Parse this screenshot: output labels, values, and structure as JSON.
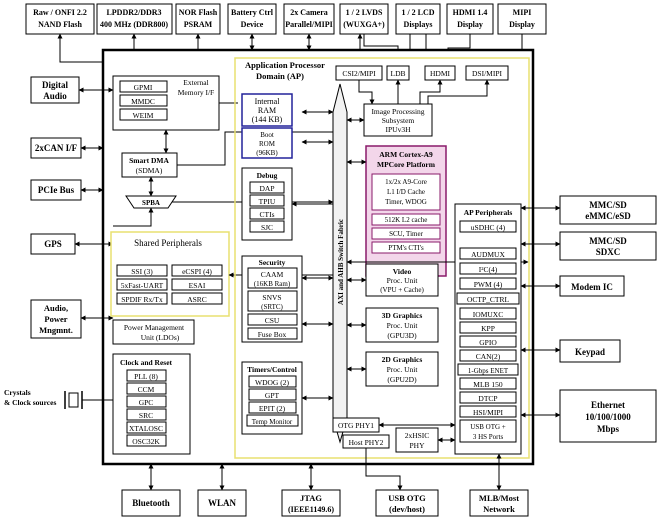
{
  "top_peripherals": [
    {
      "l1": "Raw / ONFI 2.2",
      "l2": "NAND Flash"
    },
    {
      "l1": "LPDDR2/DDR3",
      "l2": "400 MHz (DDR800)"
    },
    {
      "l1": "NOR Flash",
      "l2": "PSRAM"
    },
    {
      "l1": "Battery Ctrl",
      "l2": "Device"
    },
    {
      "l1": "2x Camera",
      "l2": "Parallel/MIPI"
    },
    {
      "l1": "1 / 2 LVDS",
      "l2": "(WUXGA+)"
    },
    {
      "l1": "1 / 2 LCD",
      "l2": "Displays"
    },
    {
      "l1": "HDMI 1.4",
      "l2": "Display"
    },
    {
      "l1": "MIPI",
      "l2": "Display"
    }
  ],
  "left_peripherals": {
    "digital_audio": {
      "l1": "Digital",
      "l2": "Audio"
    },
    "can": "2xCAN I/F",
    "pcie": "PCIe Bus",
    "gps": "GPS",
    "audio_power": {
      "l1": "Audio,",
      "l2": "Power",
      "l3": "Mngmnt."
    },
    "crystals": {
      "l1": "Crystals",
      "l2": "& Clock sources"
    }
  },
  "right_peripherals": {
    "mmc1": {
      "l1": "MMC/SD",
      "l2": "eMMC/eSD"
    },
    "mmc2": {
      "l1": "MMC/SD",
      "l2": "SDXC"
    },
    "modem": "Modem IC",
    "keypad": "Keypad",
    "ethernet": {
      "l1": "Ethernet",
      "l2": "10/100/1000",
      "l3": "Mbps"
    }
  },
  "bottom_peripherals": {
    "bluetooth": "Bluetooth",
    "wlan": "WLAN",
    "jtag": {
      "l1": "JTAG",
      "l2": "(IEEE1149.6)"
    },
    "usb_otg": {
      "l1": "USB OTG",
      "l2": "(dev/host)"
    },
    "mlb": {
      "l1": "MLB/Most",
      "l2": "Network"
    }
  },
  "emi": {
    "items": [
      "GPMI",
      "MMDC",
      "WEIM"
    ],
    "external_memory": {
      "l1": "External",
      "l2": "Memory I/F"
    }
  },
  "smart_dma": {
    "l1": "Smart DMA",
    "l2": "(SDMA)"
  },
  "spba": "SPBA",
  "shared": {
    "title": "Shared Peripherals",
    "items": [
      "SSI (3)",
      "eCSPI (4)",
      "5xFast-UART",
      "ESAI",
      "SPDIF Rx/Tx",
      "ASRC"
    ]
  },
  "power_mgmt": {
    "l1": "Power Management",
    "l2": "Unit (LDOs)"
  },
  "clock": {
    "title": "Clock and Reset",
    "items": [
      "PLL (8)",
      "CCM",
      "GPC",
      "SRC",
      "XTALOSC",
      "OSC32K"
    ]
  },
  "ap_domain": {
    "l1": "Application Processor",
    "l2": "Domain (AP)"
  },
  "internal_ram": {
    "l1": "Internal",
    "l2": "RAM",
    "l3": "(144 KB)"
  },
  "boot_rom": {
    "l1": "Boot",
    "l2": "ROM",
    "l3": "(96KB)"
  },
  "debug": {
    "title": "Debug",
    "items": [
      "DAP",
      "TPIU",
      "CTIs",
      "SJC"
    ]
  },
  "security": {
    "title": "Security",
    "caam": {
      "l1": "CAAM",
      "l2": "(16KB Ram)"
    },
    "snvs": {
      "l1": "SNVS",
      "l2": "(SRTC)"
    },
    "items": [
      "CSU",
      "Fuse Box"
    ]
  },
  "timers": {
    "title": "Timers/Control",
    "items": [
      "WDOG (2)",
      "GPT",
      "EPIT (2)",
      "Temp Monitor"
    ]
  },
  "fabric": "AXI and AHB Switch Fabric",
  "csi": "CSI2/MIPI",
  "ldb": "LDB",
  "hdmi": "HDMI",
  "dsi": "DSI/MIPI",
  "ipu": {
    "l1": "Image Processing",
    "l2": "Subsystem",
    "l3": "IPUv3H"
  },
  "arm": {
    "title": {
      "l1": "ARM Cortex-A9",
      "l2": "MPCore Platform"
    },
    "core": {
      "l1": "1x/2x A9-Core",
      "l2": "L1 I/D Cache",
      "l3": "Timer, WDOG"
    },
    "items": [
      "512K L2 cache",
      "SCU, Timer",
      "PTM's CTI's"
    ]
  },
  "vpu": {
    "l1": "Video",
    "l2": "Proc. Unit",
    "l3": "(VPU + Cache)"
  },
  "gpu3d": {
    "l1": "3D Graphics",
    "l2": "Proc. Unit",
    "l3": "(GPU3D)"
  },
  "gpu2d": {
    "l1": "2D Graphics",
    "l2": "Proc. Unit",
    "l3": "(GPU2D)"
  },
  "otg_phy": {
    "l1": "OTG PHY1",
    "l2": "Host PHY2"
  },
  "hsic": {
    "l1": "2xHSIC",
    "l2": "PHY"
  },
  "ap_periph": {
    "title": "AP Peripherals",
    "items": [
      "uSDHC (4)",
      "AUDMUX",
      "I²C(4)",
      "PWM (4)",
      "OCTP_CTRL",
      "IOMUXC",
      "KPP",
      "GPIO",
      "CAN(2)",
      "1-Gbps ENET",
      "MLB 150",
      "DTCP",
      "HSI/MIPI",
      "USB OTG +",
      "3 HS Ports"
    ]
  },
  "colors": {
    "border": "#000000",
    "highlight": "#e8e070",
    "ram_blue": "#22229a",
    "arm_purple": "#8a1a6a",
    "arm_fill": "#f3d6ea",
    "fabric_fill": "#f2f2f2"
  }
}
